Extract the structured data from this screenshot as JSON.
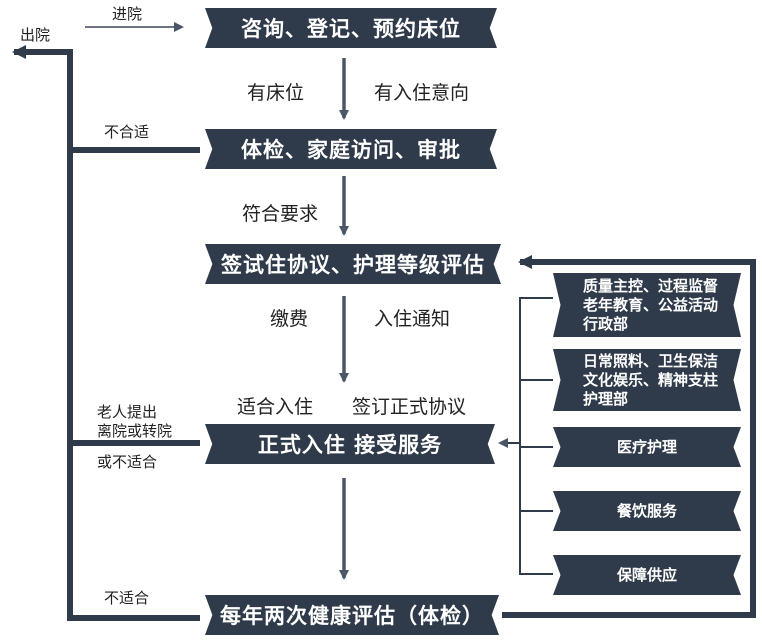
{
  "main_steps": [
    "咨询、登记、预约床位",
    "体检、家庭访问、审批",
    "签试住协议、护理等级评估",
    "正式入住  接受服务",
    "每年两次健康评估（体检）"
  ],
  "services": [
    [
      "质量主控、过程监督",
      "老年教育、公益活动",
      "行政部"
    ],
    [
      "日常照料、卫生保洁",
      "文化娱乐、精神支柱",
      "护理部"
    ],
    [
      "医疗护理"
    ],
    [
      "餐饮服务"
    ],
    [
      "保障供应"
    ]
  ],
  "labels": {
    "enter": "进院",
    "exit": "出院",
    "has_bed": "有床位",
    "intent": "有入住意向",
    "meets_req": "符合要求",
    "pay": "缴费",
    "notice": "入住通知",
    "suitable": "适合入住",
    "sign_formal": "签订正式协议",
    "unsuitable_1": "不合适",
    "leave_1": "老人提出",
    "leave_2": "离院或转院",
    "leave_3": "或不适合",
    "unsuitable_2": "不适合"
  },
  "colors": {
    "box": "#2f3b4a",
    "flow_line": "#2f3b4a",
    "arrow": "#4a5667",
    "enter_arrow": "#6b7480"
  }
}
